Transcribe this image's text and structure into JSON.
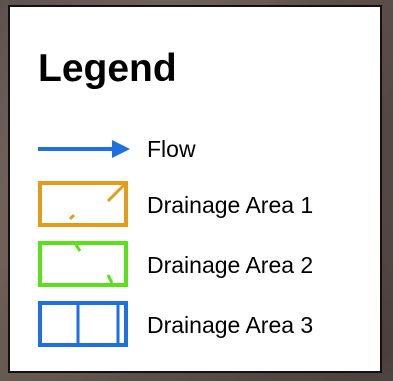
{
  "legend": {
    "title": "Legend",
    "items": [
      {
        "label": "Flow",
        "symbol": "flow-arrow",
        "color": "#1f6fe0"
      },
      {
        "label": "Drainage Area 1",
        "symbol": "area-outline",
        "color": "#e39c1a"
      },
      {
        "label": "Drainage Area 2",
        "symbol": "area-outline",
        "color": "#5be01a"
      },
      {
        "label": "Drainage Area 3",
        "symbol": "area-outline",
        "color": "#1f6fe0"
      }
    ]
  }
}
